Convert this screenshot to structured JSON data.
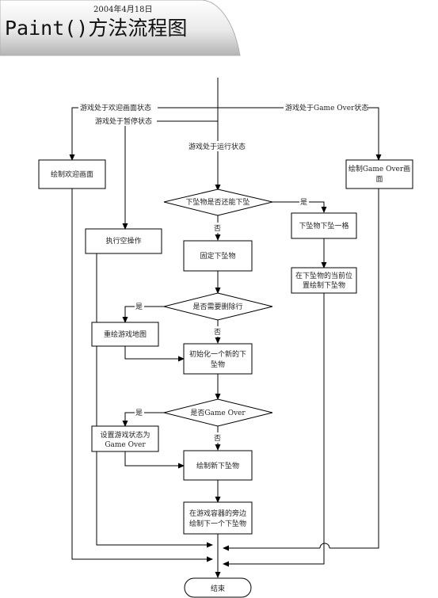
{
  "header": {
    "date": "2004年4月18日",
    "title": "Paint()方法流程图"
  },
  "nodes": {
    "draw_welcome": "绘制欢迎画面",
    "draw_gameover_1": "绘制Game Over画",
    "draw_gameover_2": "面",
    "decision_falling": "下坠物是否还能下坠",
    "move_down": "下坠物下坠一格",
    "noop": "执行空操作",
    "fix_falling": "固定下坠物",
    "draw_current_1": "在下坠物的当前位",
    "draw_current_2": "置绘制下坠物",
    "decision_delete": "是否需要删除行",
    "redraw_map": "重绘游戏地图",
    "init_new_1": "初始化一个新的下",
    "init_new_2": "坠物",
    "decision_gameover": "是否Game Over",
    "set_state_1": "设置游戏状态为",
    "set_state_2": "Game Over",
    "draw_new": "绘制新下坠物",
    "draw_next_1": "在游戏容器的旁边",
    "draw_next_2": "绘制下一个下坠物",
    "end": "结束"
  },
  "edges": {
    "welcome_state": "游戏处于欢迎画面状态",
    "gameover_state": "游戏处于Game Over状态",
    "paused_state": "游戏处于暂停状态",
    "running_state": "游戏处于运行状态",
    "yes_falling": "是",
    "no_falling": "否",
    "yes_delete": "是",
    "no_delete": "否",
    "yes_gameover": "是",
    "no_gameover": "否"
  }
}
